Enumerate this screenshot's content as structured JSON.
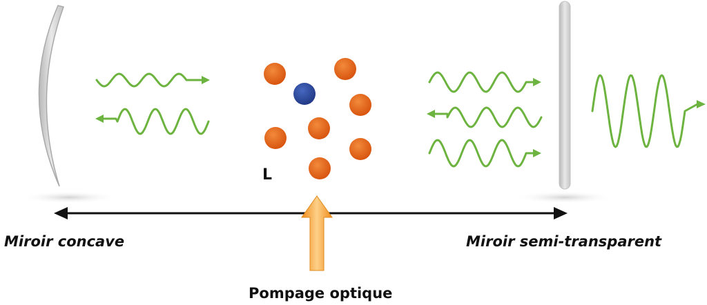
{
  "labels": {
    "left_mirror": "Miroir concave",
    "right_mirror": "Miroir semi-transparent",
    "pump": "Pompage optique",
    "medium": "L"
  },
  "colors": {
    "wave": "#6db33f",
    "atom_excited": "#e8651a",
    "atom_ground": "#2d4a9b",
    "pump_arrow": "#f5a623",
    "axis": "#111111",
    "mirror": "#d0d0d0"
  },
  "atoms": [
    {
      "state": "excited"
    },
    {
      "state": "excited"
    },
    {
      "state": "ground"
    },
    {
      "state": "excited"
    },
    {
      "state": "excited"
    },
    {
      "state": "excited"
    },
    {
      "state": "excited"
    },
    {
      "state": "excited"
    }
  ]
}
